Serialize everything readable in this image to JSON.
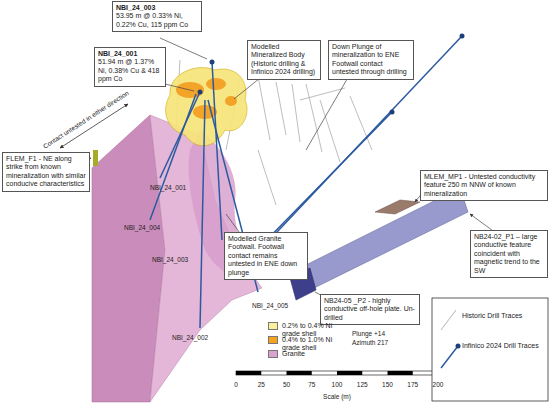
{
  "diagram": {
    "nodes": [
      {
        "text": [
          "NBI_24_003",
          "53.95 m @ 0.33% Ni, 0.22% Cu, 115 ppm Co"
        ]
      },
      {
        "text": [
          "NBI_24_001",
          "51.94 m @ 1.37% Ni, 0.38% Cu & 418 ppm Co"
        ]
      },
      {
        "text": [
          "Modelled Mineralized Body (Historic drilling & Infinico 2024 drilling)"
        ]
      },
      {
        "text": [
          "Down Plunge of mineralization to ENE Footwall contact untested through drilling"
        ]
      },
      {
        "text": [
          "FLEM_F1 - NE along strike from known mineralization with similar conducive characteristics"
        ]
      },
      {
        "text": [
          "MLEM_MP1 - Untested conductivity feature 250 m NNW of known mineralization"
        ]
      },
      {
        "text": [
          "Modelled Granite Footwall. Footwall contact remains untested in ENE down plunge"
        ]
      },
      {
        "text": [
          "NB24-02_P1 – large conductive feature coincident with magnetic trend to the SW"
        ]
      },
      {
        "text": [
          "NB24-05 _P2 - highly conductive off-hole plate. Un-drilled"
        ]
      }
    ],
    "labels": [
      "Contact untested in either direction",
      "NBI_24_001",
      "NBI_24_004",
      "NBI_24_003",
      "NBI_24_002",
      "NBI_24_005",
      "Plunge +14",
      "Azimuth 217",
      "0",
      "25",
      "50",
      "75",
      "100",
      "125",
      "150",
      "175",
      "200",
      "Scale (m)"
    ],
    "legend": [
      {
        "text": "0.2% to 0.4% Ni grade shell",
        "color": "#fbf19a"
      },
      {
        "text": "0.4% to 1.0% Ni grade shell",
        "color": "#f5a21e"
      },
      {
        "text": "Granite",
        "color": "#d8a3cc"
      },
      {
        "text": "Historic Drill Traces"
      },
      {
        "text": "Infinico 2024 Drill Traces"
      }
    ]
  }
}
